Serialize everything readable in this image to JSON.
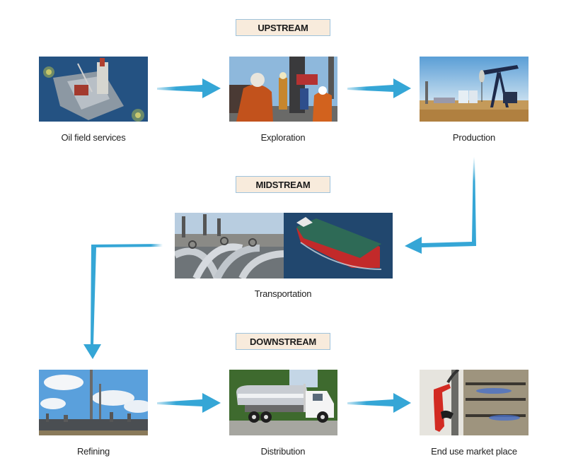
{
  "stages": {
    "upstream": {
      "title": "UPSTREAM",
      "steps": [
        {
          "label": "Oil field services",
          "image": "offshore-oil-rig"
        },
        {
          "label": "Exploration",
          "image": "drilling-crew"
        },
        {
          "label": "Production",
          "image": "pumpjack"
        }
      ]
    },
    "midstream": {
      "title": "MIDSTREAM",
      "steps": [
        {
          "label": "Transportation",
          "image": "pipelines-and-tanker-ship"
        }
      ]
    },
    "downstream": {
      "title": "DOWNSTREAM",
      "steps": [
        {
          "label": "Refining",
          "image": "refinery"
        },
        {
          "label": "Distribution",
          "image": "tanker-truck"
        },
        {
          "label": "End use market place",
          "image": "fuel-nozzle-and-gas-stove"
        }
      ]
    }
  },
  "colors": {
    "arrow": "#35a6d6",
    "badge_fill": "#f8ebdc",
    "badge_border": "#9fc3dc",
    "text": "#222222"
  }
}
